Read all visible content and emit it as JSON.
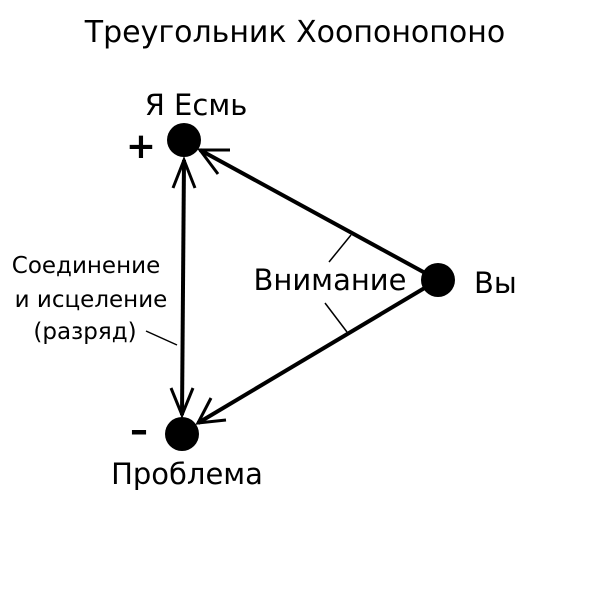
{
  "title": "Треугольник Хоопонопоно",
  "nodes": {
    "top": {
      "label": "Я Есмь",
      "sign": "+"
    },
    "right": {
      "label": "Вы"
    },
    "bottom": {
      "label": "Проблема",
      "sign": "–"
    }
  },
  "edge_labels": {
    "angle": "Внимание",
    "left_line1": "Соединение",
    "left_line2": "и исцеление",
    "left_line3": "(разряд)"
  },
  "colors": {
    "ink": "#000000",
    "background": "#ffffff"
  }
}
